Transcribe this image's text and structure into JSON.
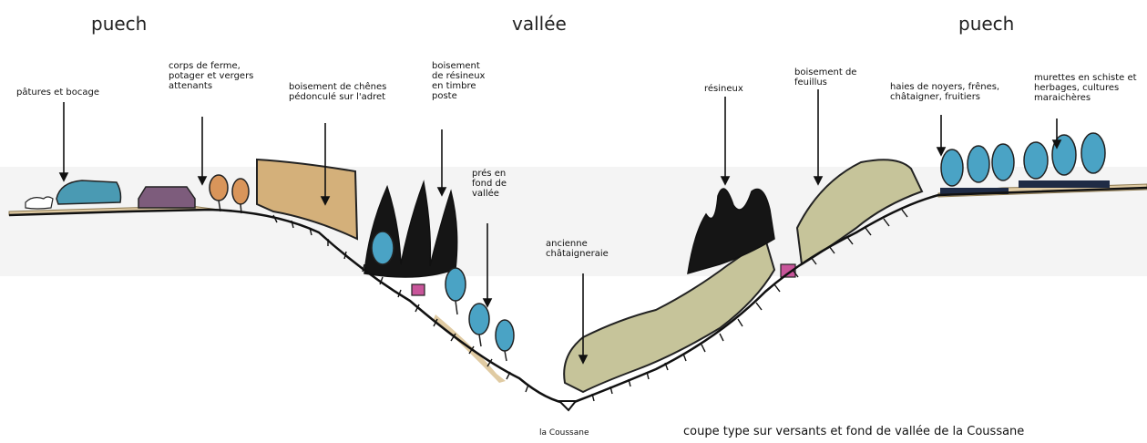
{
  "headers": {
    "left": "puech",
    "center": "vallée",
    "right": "puech"
  },
  "labels": {
    "patures": "pâtures et bocage",
    "corps_ferme": "corps de ferme,\npotager et vergers\nattenants",
    "chenes": "boisement de chênes\npédonculé sur l'adret",
    "resineux_timbre": "boisement\nde résineux\nen timbre\nposte",
    "pres": "prés en\nfond de\nvallée",
    "chataigneraie": "ancienne\nchâtaigneraie",
    "resineux": "résineux",
    "feuillus": "boisement de\nfeuillus",
    "haies": "haies de noyers, frênes,\nchâtaigner, fruitiers",
    "murettes": "murettes en schiste et\nherbages, cultures\nmaraichères",
    "riviere": "la Coussane"
  },
  "caption": "coupe type sur versants et fond de vallée de la Coussane",
  "colors": {
    "pasture_blue": "#4a9ab3",
    "tree_blue": "#4aa3c5",
    "farm_purple": "#7d5c7c",
    "orchard_orange": "#d9955a",
    "oak_tan": "#d4b07a",
    "conifer_black": "#151515",
    "deciduous_green": "#c6c49a",
    "building_pink": "#c8559a",
    "path_tan": "#e0cba3",
    "hedge_navy": "#1f2b45"
  }
}
